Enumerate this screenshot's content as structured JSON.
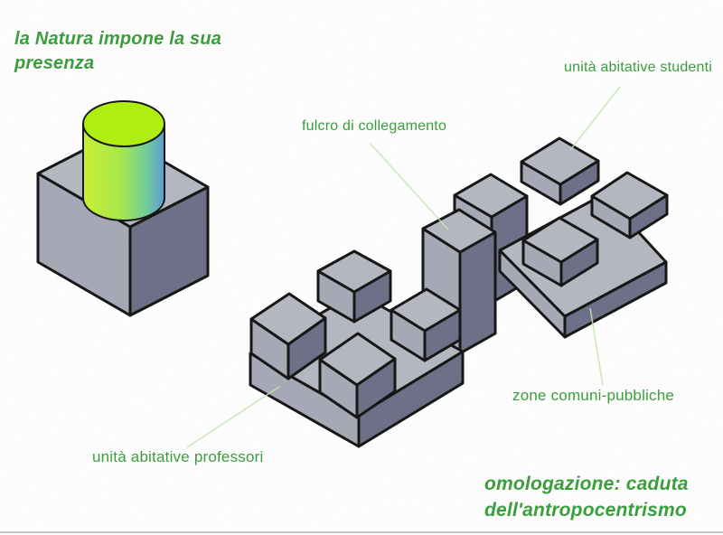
{
  "labels": {
    "nature_line1": "la Natura impone la sua",
    "nature_line2": "presenza",
    "students": "unità abitative studenti",
    "hub": "fulcro di collegamento",
    "public_zones": "zone comuni-pubbliche",
    "professors": "unità abitative professori",
    "homolog_line1": "omologazione: caduta",
    "homolog_line2": "dell'antropocentrismo"
  },
  "colors": {
    "label_green": "#3a9e3c",
    "leader_green": "#c2e7b2",
    "block_top": "#b6b8c1",
    "block_left": "#a7a9b7",
    "block_right": "#6c6f86",
    "outline": "#141414",
    "cylinder_top": "#b0f00e",
    "cylinder_grad_start": "#c9f233",
    "cylinder_grad_mid": "#a9e94a",
    "cylinder_grad_late": "#6fcf9a",
    "cylinder_grad_end": "#5b9bd5",
    "bottom_rule": "#c4ccc2"
  }
}
